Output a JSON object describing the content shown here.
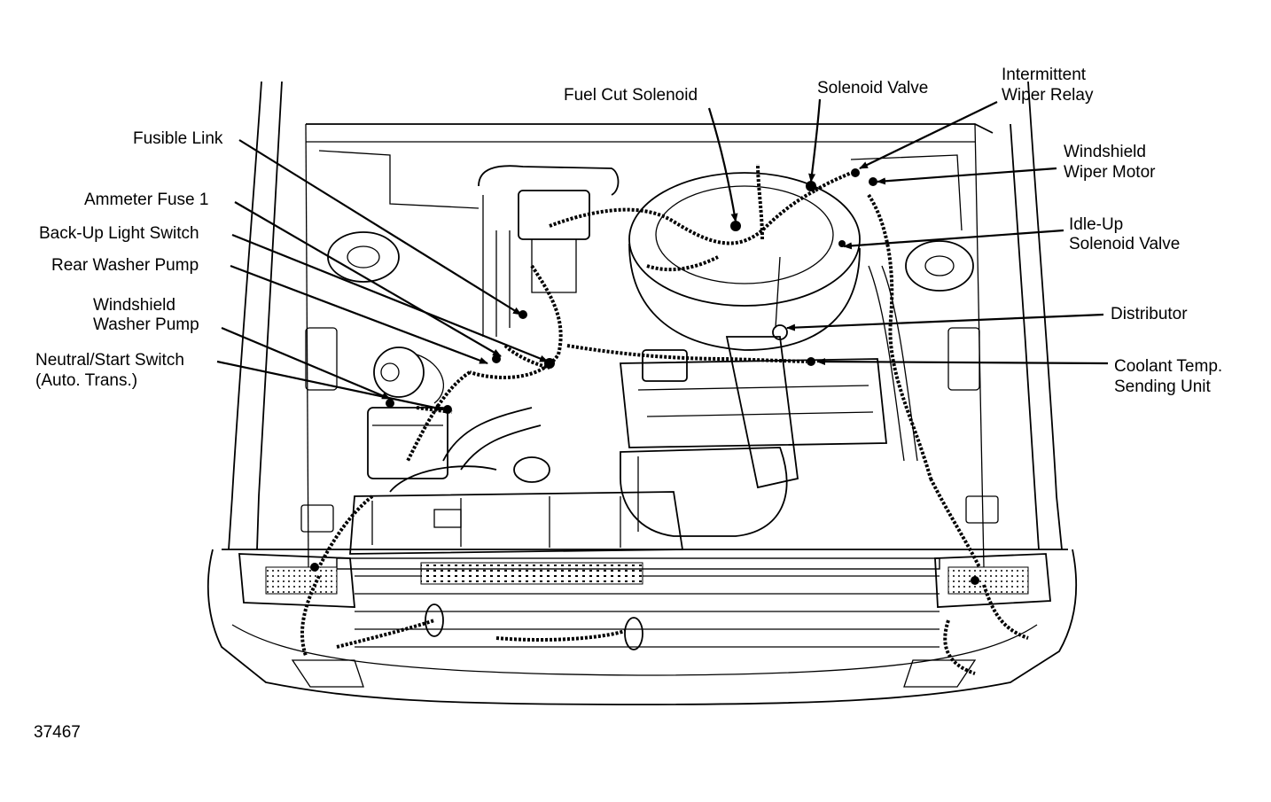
{
  "labels": {
    "fusible_link": "Fusible Link",
    "ammeter_fuse": "Ammeter Fuse 1",
    "backup_light_switch": "Back-Up Light Switch",
    "rear_washer_pump": "Rear Washer Pump",
    "windshield_washer_pump_1": "Windshield",
    "windshield_washer_pump_2": "Washer Pump",
    "neutral_start_1": "Neutral/Start Switch",
    "neutral_start_2": "(Auto. Trans.)",
    "fuel_cut_solenoid": "Fuel Cut Solenoid",
    "solenoid_valve": "Solenoid Valve",
    "intermittent_1": "Intermittent",
    "intermittent_2": "Wiper Relay",
    "wiper_motor_1": "Windshield",
    "wiper_motor_2": "Wiper Motor",
    "idle_up_1": "Idle-Up",
    "idle_up_2": "Solenoid Valve",
    "distributor": "Distributor",
    "coolant_1": "Coolant Temp.",
    "coolant_2": "Sending Unit"
  },
  "figure_number": "37467"
}
